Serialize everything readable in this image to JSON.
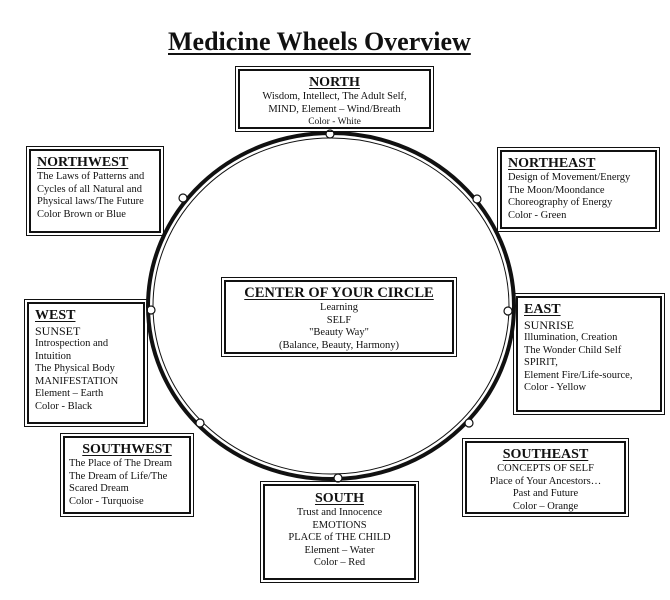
{
  "title": "Medicine Wheels Overview",
  "boxes": {
    "north": {
      "heading": "NORTH",
      "lines": [
        "Wisdom, Intellect, The Adult Self,",
        "MIND, Element – Wind/Breath",
        "Color - White"
      ]
    },
    "northwest": {
      "heading": "NORTHWEST",
      "lines": [
        "The Laws of Patterns and",
        "Cycles of all Natural and",
        "Physical laws/The Future",
        "Color Brown or Blue"
      ]
    },
    "northeast": {
      "heading": "NORTHEAST",
      "lines": [
        "Design of Movement/Energy",
        "The Moon/Moondance",
        "Choreography of Energy",
        "Color - Green"
      ]
    },
    "west": {
      "heading": "WEST",
      "subheading": "SUNSET",
      "lines": [
        "Introspection and",
        "Intuition",
        "The Physical Body",
        "MANIFESTATION",
        "Element – Earth",
        "Color - Black"
      ]
    },
    "center": {
      "heading": "CENTER OF YOUR CIRCLE",
      "lines": [
        "Learning",
        "SELF",
        "\"Beauty Way\"",
        "(Balance, Beauty, Harmony)"
      ]
    },
    "east": {
      "heading": "EAST",
      "subheading": "SUNRISE",
      "lines": [
        "Illumination, Creation",
        "The Wonder Child Self",
        "SPIRIT,",
        "Element Fire/Life-source,",
        "Color - Yellow"
      ]
    },
    "southwest": {
      "heading": "SOUTHWEST",
      "lines": [
        "The Place of  The Dream",
        "The Dream of Life/The",
        "Scared Dream",
        "Color - Turquoise"
      ]
    },
    "southeast": {
      "heading": "SOUTHEAST",
      "lines": [
        "CONCEPTS OF SELF",
        "Place of Your Ancestors…",
        "Past and Future",
        "Color – Orange"
      ]
    },
    "south": {
      "heading": "SOUTH",
      "lines": [
        "Trust and Innocence",
        "EMOTIONS",
        "PLACE of THE CHILD",
        "Element – Water",
        "Color – Red"
      ]
    }
  },
  "wheel": {
    "direction_markers": [
      "north",
      "northeast",
      "east",
      "southeast",
      "south",
      "southwest",
      "west",
      "northwest"
    ]
  }
}
